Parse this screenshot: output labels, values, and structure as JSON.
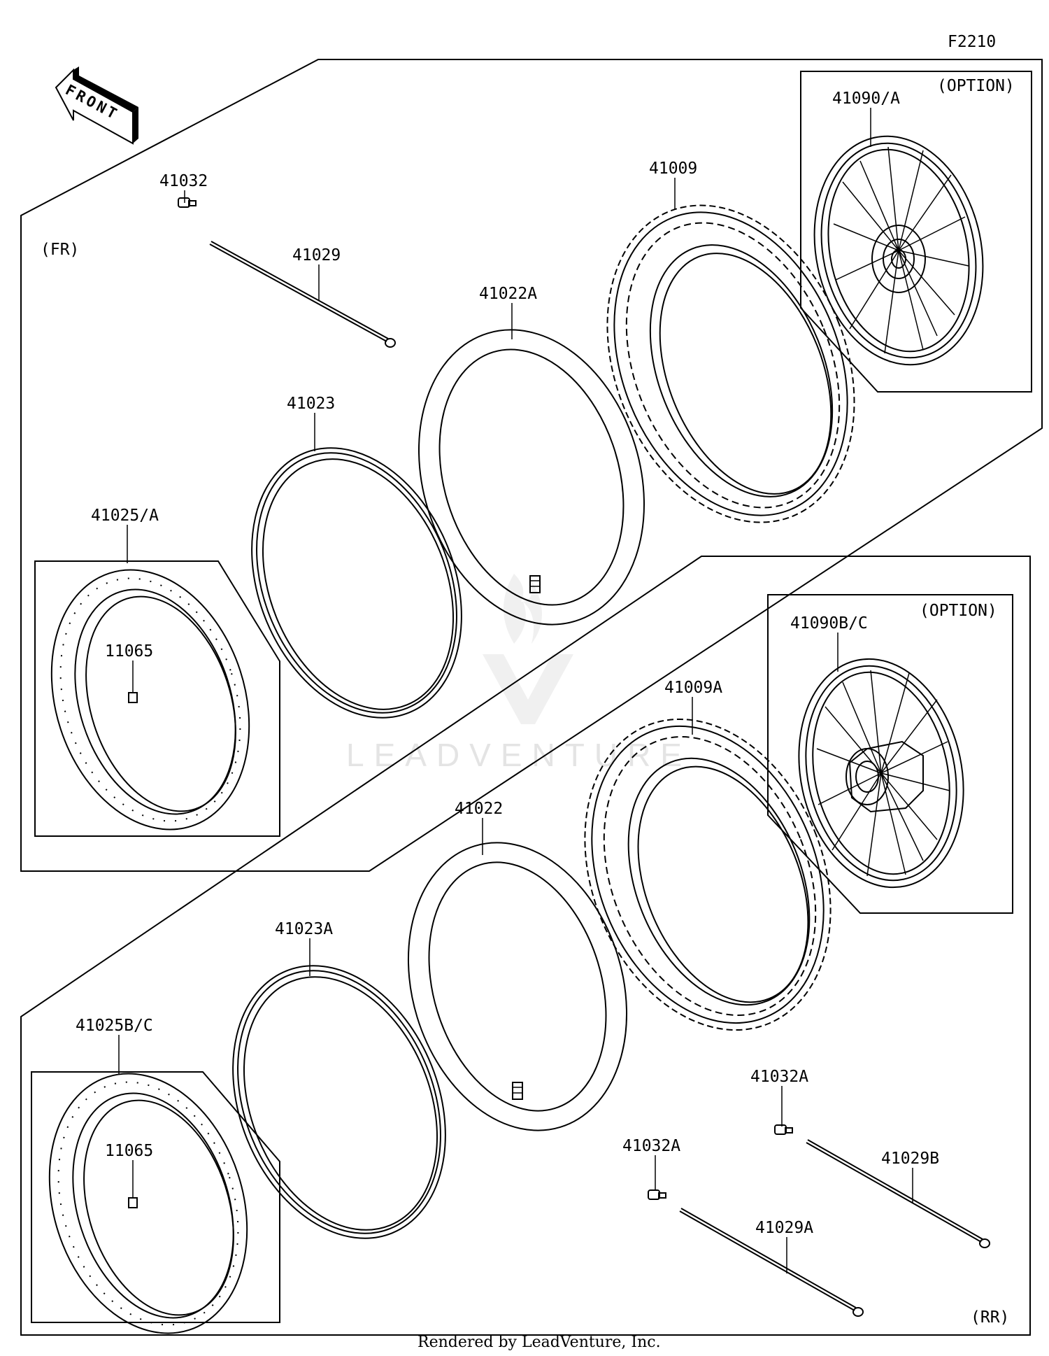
{
  "diagram_code": "F2210",
  "front_arrow_text": "FRONT",
  "sections": {
    "front": "(FR)",
    "rear": "(RR)"
  },
  "option_labels": {
    "front": "(OPTION)",
    "rear": "(OPTION)"
  },
  "watermark_text": "LEADVENTURE",
  "footer": "Rendered by LeadVenture, Inc.",
  "parts": {
    "front_valve_cap": "41032",
    "front_spoke": "41029",
    "front_tube": "41022A",
    "front_tire": "41009",
    "front_wheel_option": "41090/A",
    "front_rim_band": "41023",
    "front_rim": "41025/A",
    "front_rim_nipple": "11065",
    "rear_wheel_option": "41090B/C",
    "rear_tire": "41009A",
    "rear_tube": "41022",
    "rear_rim_band": "41023A",
    "rear_rim": "41025B/C",
    "rear_rim_nipple": "11065",
    "rear_valve_cap_upper": "41032A",
    "rear_spoke_upper": "41029B",
    "rear_valve_cap_lower": "41032A",
    "rear_spoke_lower": "41029A"
  }
}
